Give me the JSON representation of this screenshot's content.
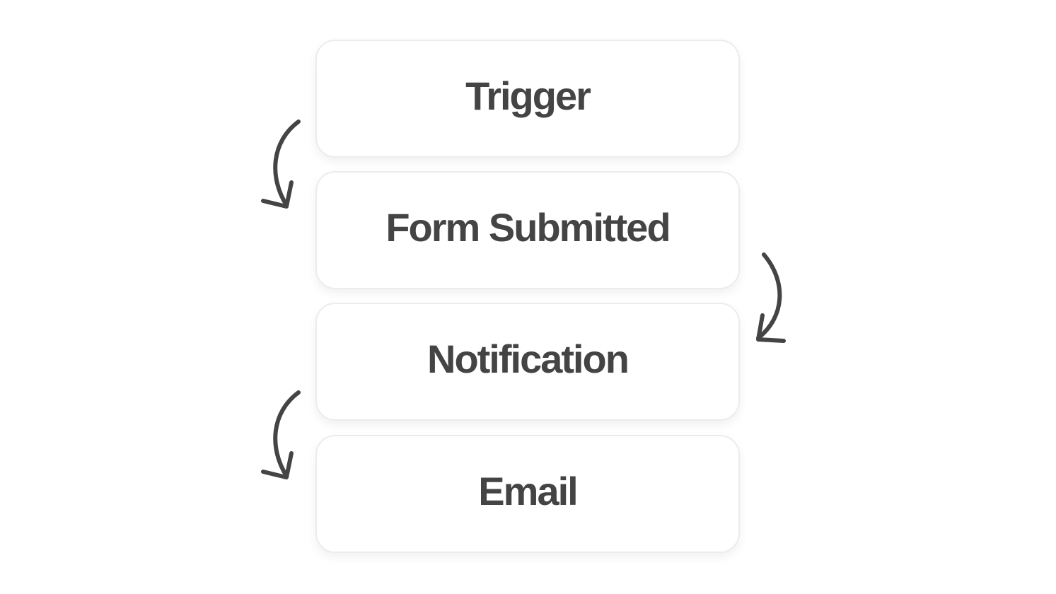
{
  "flow": {
    "steps": [
      {
        "label": "Trigger"
      },
      {
        "label": "Form Submitted"
      },
      {
        "label": "Notification"
      },
      {
        "label": "Email"
      }
    ],
    "connectors": [
      {
        "icon": "curved-arrow-down-icon",
        "from": "Trigger",
        "to": "Form Submitted",
        "side": "left"
      },
      {
        "icon": "curved-arrow-down-icon",
        "from": "Form Submitted",
        "to": "Notification",
        "side": "right"
      },
      {
        "icon": "curved-arrow-down-icon",
        "from": "Notification",
        "to": "Email",
        "side": "left"
      }
    ],
    "colors": {
      "text": "#444444",
      "card_border": "#ececec",
      "background": "#ffffff"
    }
  }
}
